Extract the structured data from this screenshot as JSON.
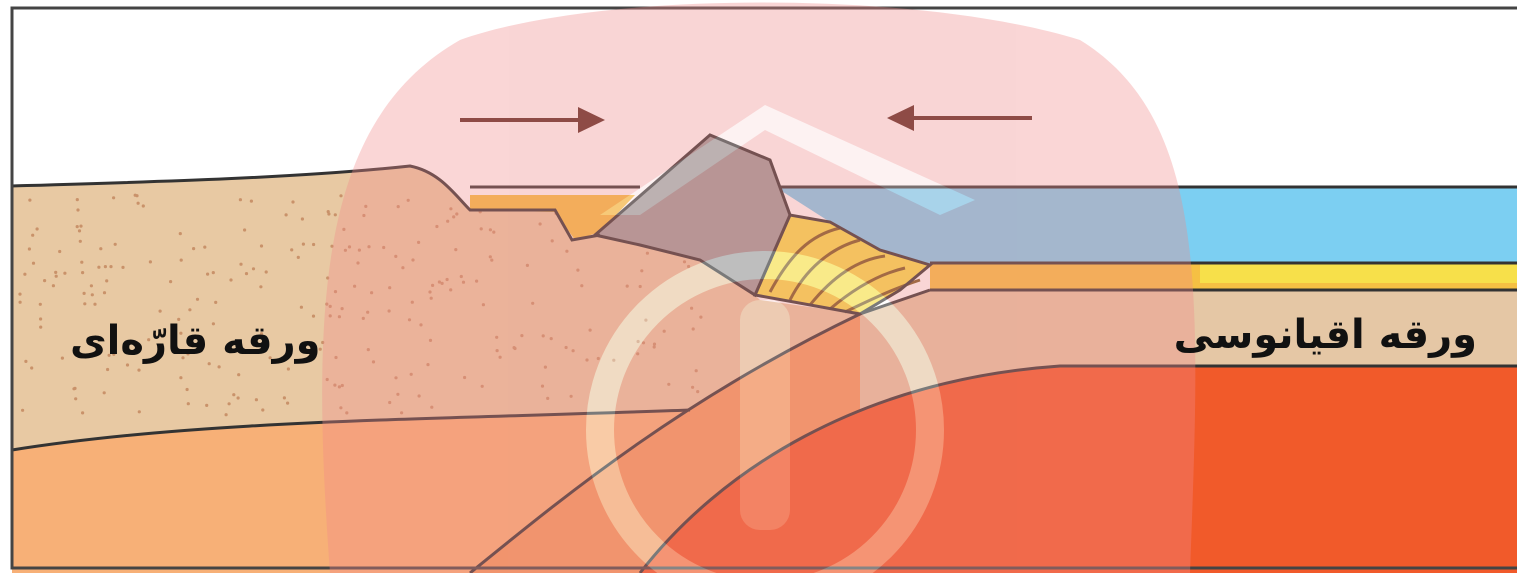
{
  "labels": {
    "continental_plate": "ورقه قارّه‌ای",
    "oceanic_plate": "ورقه اقیانوسی"
  },
  "arrows": [
    {
      "name": "left-arrow",
      "direction": "right"
    },
    {
      "name": "right-arrow",
      "direction": "left"
    }
  ],
  "colors": {
    "sky": "#ffffff",
    "ocean": "#7ccff2",
    "sediment_yellow": "#f7e04a",
    "sediment_orange": "#f5c043",
    "continental_crust": "#e8c9a3",
    "oceanic_crust": "#e5c7a5",
    "lithosphere": "#f7b077",
    "mantle": "#f15a2a",
    "mountain": "#9b9b9b",
    "arrow": "#5a2a22",
    "watermark": "#f08a8a"
  }
}
